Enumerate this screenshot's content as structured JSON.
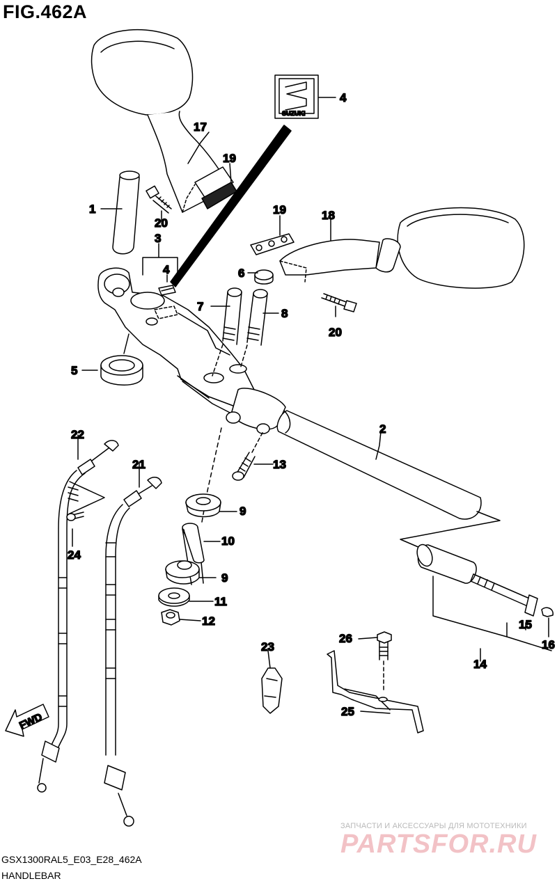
{
  "figure": {
    "title": "FIG.462A",
    "model_code": "GSX1300RAL5_E03_E28_462A",
    "section_name": "HANDLEBAR"
  },
  "parts": {
    "p1": "1",
    "p2": "2",
    "p3": "3",
    "p4a": "4",
    "p4b": "4",
    "p5": "5",
    "p6": "6",
    "p7": "7",
    "p8": "8",
    "p9a": "9",
    "p9b": "9",
    "p10": "10",
    "p11": "11",
    "p12": "12",
    "p13": "13",
    "p14": "14",
    "p15": "15",
    "p16": "16",
    "p17": "17",
    "p18": "18",
    "p19a": "19",
    "p19b": "19",
    "p20a": "20",
    "p20b": "20",
    "p21": "21",
    "p22": "22",
    "p23": "23",
    "p24": "24",
    "p25": "25",
    "p26": "26"
  },
  "emblem_text": "SUZUKI",
  "fwd_label": "FWD",
  "watermark": {
    "tagline": "ЗАПЧАСТИ И АКСЕССУАРЫ ДЛЯ МОТОТЕХНИКИ",
    "logo": "PARTSFOR.RU"
  },
  "colors": {
    "line": "#000000",
    "background": "#ffffff",
    "watermark_logo": "#f2c2c6",
    "watermark_text": "#b9b9b9"
  }
}
